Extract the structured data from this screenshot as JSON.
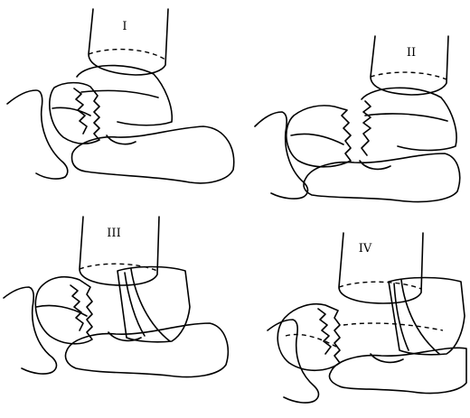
{
  "figure": {
    "panels": [
      {
        "label": "I"
      },
      {
        "label": "II"
      },
      {
        "label": "III"
      },
      {
        "label": "IV"
      }
    ]
  }
}
